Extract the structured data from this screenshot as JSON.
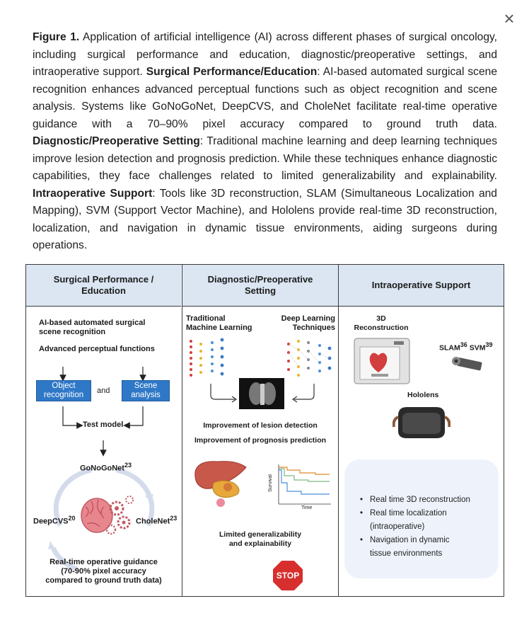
{
  "close_label": "×",
  "caption": {
    "figure_label": "Figure 1.",
    "intro": " Application of artificial intelligence (AI) across different phases of surgical oncology, including surgical performance and education, diagnostic/preoperative settings, and intraoperative support. ",
    "h1": "Surgical Performance/Education",
    "t1": ": AI-based automated surgical scene recognition enhances advanced perceptual functions such as object recognition and scene analysis. Systems like GoNoGoNet, DeepCVS, and CholeNet facilitate real-time operative guidance with a 70–90% pixel accuracy compared to ground truth data. ",
    "h2": "Diagnostic/Preoperative Setting",
    "t2": ": Traditional machine learning and deep learning techniques improve lesion detection and prognosis prediction. While these techniques enhance diagnostic capabilities, they face challenges related to limited generalizability and explainability. ",
    "h3": "Intraoperative Support",
    "t3": ": Tools like 3D reconstruction, SLAM (Simultaneous Localization and Mapping), SVM (Support Vector Machine), and Hololens provide real-time 3D reconstruction, localization, and navigation in dynamic tissue environments, aiding surgeons during operations."
  },
  "figure": {
    "col1": {
      "header_l1": "Surgical Performance /",
      "header_l2": "Education",
      "scene_l1": "AI-based automated surgical",
      "scene_l2": "scene recognition",
      "perceptual": "Advanced perceptual functions",
      "object_l1": "Object",
      "object_l2": "recognition",
      "and": "and",
      "scene_box_l1": "Scene",
      "scene_box_l2": "analysis",
      "test_model": "Test model",
      "gonogo": "GoNoGoNet",
      "gonogo_ref": "23",
      "deepcvs": "DeepCVS",
      "deepcvs_ref": "20",
      "cholenet": "CholeNet",
      "cholenet_ref": "23",
      "guidance_l1": "Real-time operative guidance",
      "guidance_l2": "(70-90% pixel accuracy",
      "guidance_l3": "compared to ground truth data)"
    },
    "col2": {
      "header_l1": "Diagnostic/Preoperative",
      "header_l2": "Setting",
      "trad_l1": "Traditional",
      "trad_l2": "Machine Learning",
      "deep_l1": "Deep Learning",
      "deep_l2": "Techniques",
      "lesion": "Improvement of lesion detection",
      "prognosis": "Improvement of prognosis prediction",
      "km_ylabel": "Survival",
      "km_xlabel": "Time",
      "limited_l1": "Limited generalizability",
      "limited_l2": "and explainability",
      "stop": "STOP"
    },
    "col3": {
      "header": "Intraoperative Support",
      "recon_l1": "3D",
      "recon_l2": "Reconstruction",
      "slam": "SLAM",
      "slam_ref": "36",
      "svm": "SVM",
      "svm_ref": "39",
      "hololens": "Hololens",
      "bullets": [
        "Real time 3D reconstruction",
        "Real time localization",
        "Navigation in dynamic"
      ],
      "bullet2_cont": "(intraoperative)",
      "bullet3_cont": "tissue environments"
    }
  }
}
